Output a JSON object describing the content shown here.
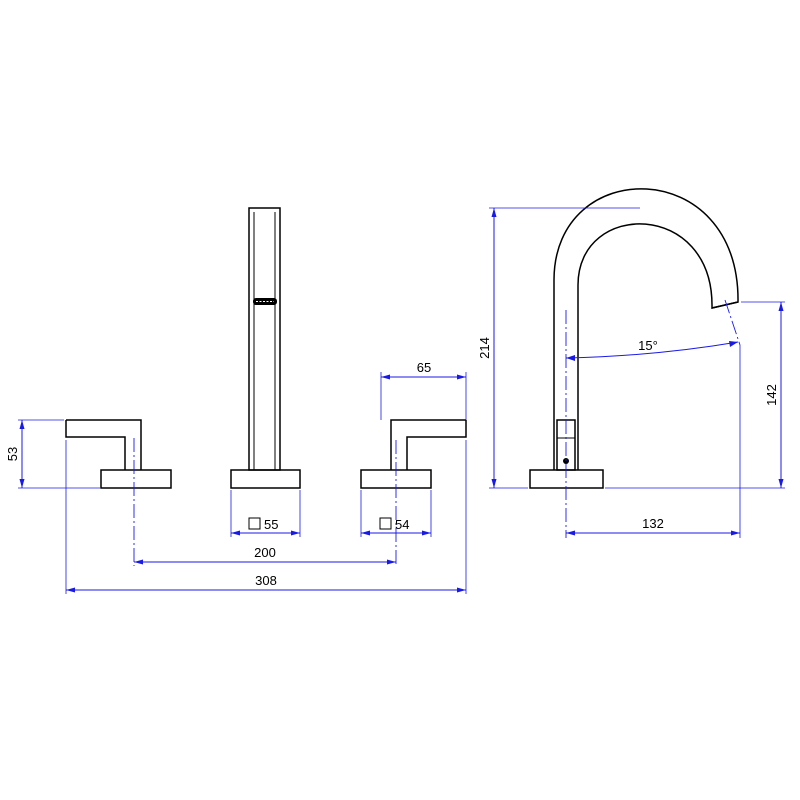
{
  "dimensions": {
    "handle_height": "53",
    "handle_base_width": "65",
    "shower_base_size": "55",
    "handle_base_size": "54",
    "handle_spacing": "200",
    "overall_width": "308",
    "spout_height": "214",
    "spout_outlet_height": "142",
    "spout_reach": "132",
    "spout_angle": "15°"
  }
}
